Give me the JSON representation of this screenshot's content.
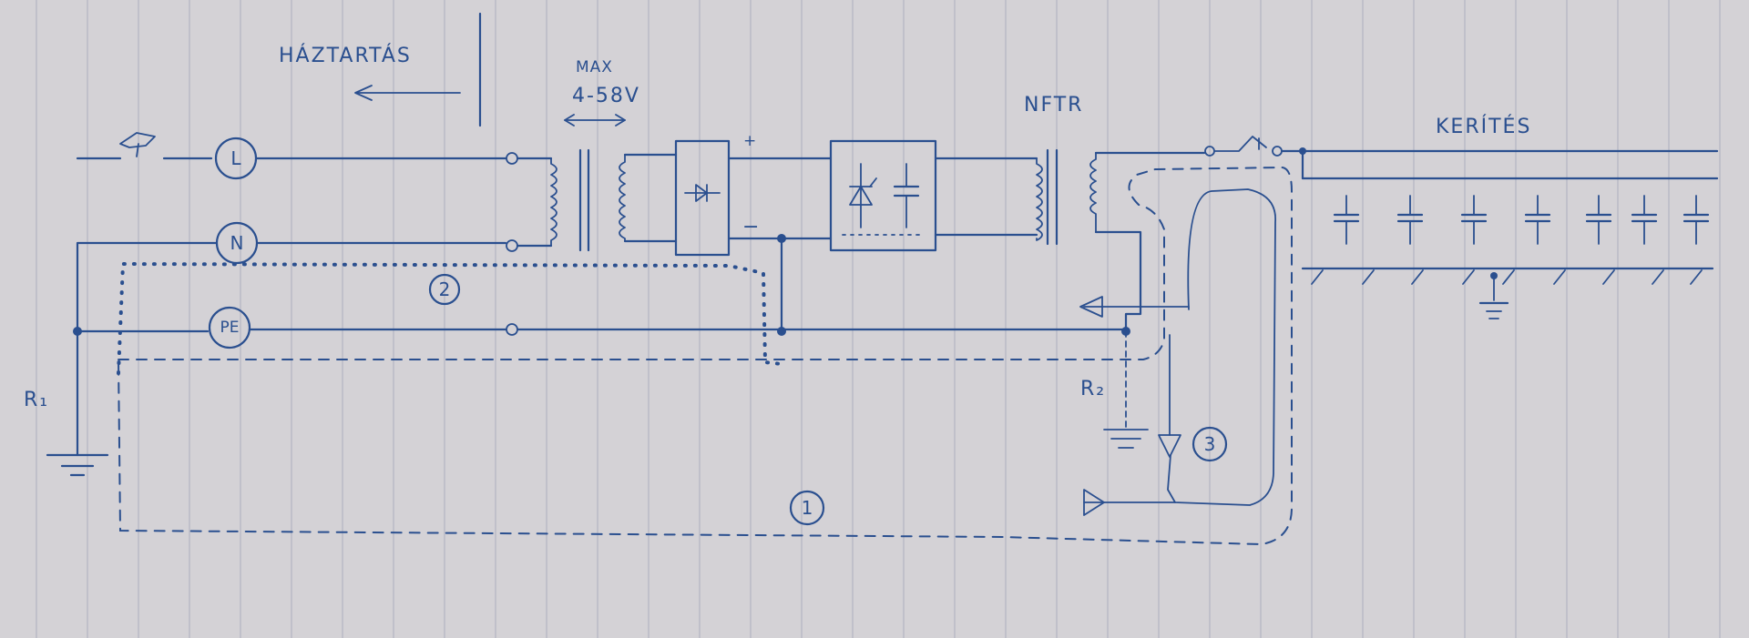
{
  "labels": {
    "household": "HÁZTARTÁS",
    "max": "MAX",
    "voltage": "4-58V",
    "transformer": "NFTR",
    "fence": "KERÍTÉS",
    "r1": "R₁",
    "r2": "R₂"
  },
  "conductors": {
    "line": "L",
    "neutral": "N",
    "protective_earth": "PE"
  },
  "polarity": {
    "plus": "+",
    "minus": "−"
  },
  "loops": {
    "loop1": "1",
    "loop2": "2",
    "loop3": "3"
  },
  "colors": {
    "ink": "#2a4f8f",
    "paper": "#d4d2d6",
    "paper_lines": "#b7b8c6"
  }
}
